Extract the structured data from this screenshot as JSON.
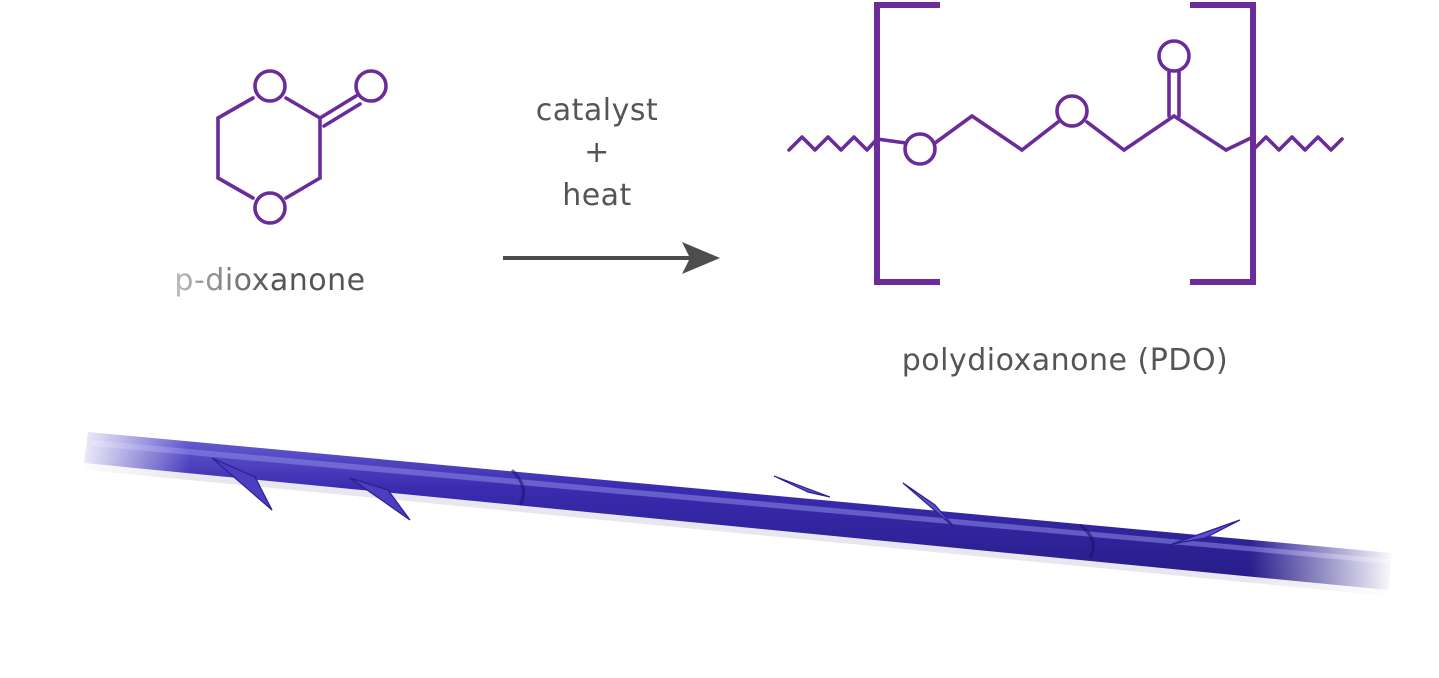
{
  "reaction": {
    "reactant_name": "p-dioxanone",
    "condition_line1": "catalyst",
    "condition_line2": "+",
    "condition_line3": "heat",
    "product_name": "polydioxanone (PDO)"
  },
  "atoms": {
    "oxygen": "O"
  },
  "icons": {
    "arrow": "arrow-right-icon",
    "fiber": "barbed-suture-fiber-image"
  },
  "colors": {
    "molecule": "#6b2c9a",
    "text": "#555555",
    "text_faded": "#c2c2c2",
    "arrow": "#4d4d4d",
    "fiber": "#3a2cb0",
    "fiber_dark": "#241a82",
    "fiber_light": "#6a62d4"
  }
}
